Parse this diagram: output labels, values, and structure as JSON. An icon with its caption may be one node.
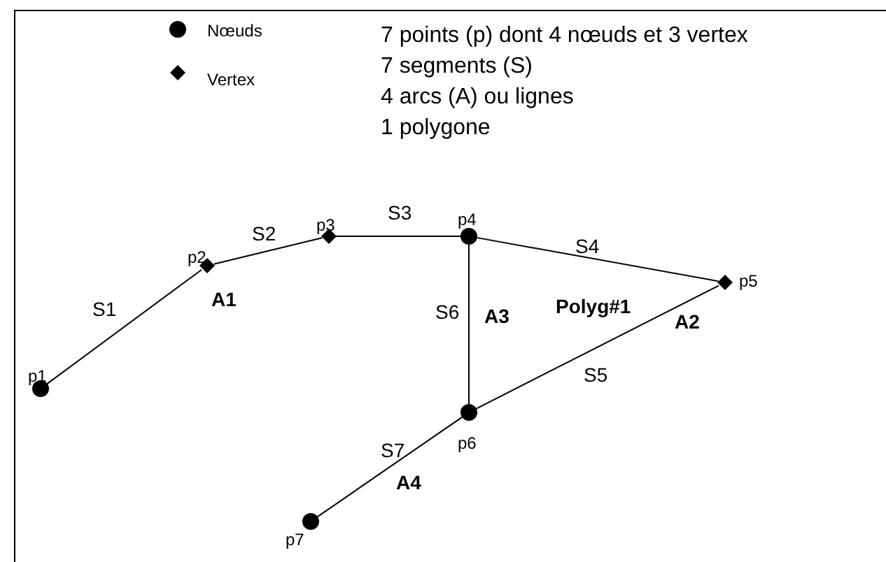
{
  "diagram": {
    "nodes": [
      {
        "text": [],
        "shape": "circle",
        "beside": [
          "p1"
        ]
      },
      {
        "text": [],
        "shape": "diamond",
        "beside": [
          "p2"
        ]
      },
      {
        "text": [],
        "shape": "diamond",
        "beside": [
          "p3"
        ]
      },
      {
        "text": [],
        "shape": "circle",
        "beside": [
          "p4"
        ]
      },
      {
        "text": [],
        "shape": "diamond",
        "beside": [
          "p5"
        ]
      },
      {
        "text": [],
        "shape": "circle",
        "beside": [
          "p6"
        ]
      },
      {
        "text": [],
        "shape": "circle",
        "beside": [
          "p7"
        ]
      }
    ],
    "edges": [
      {
        "from": 0,
        "to": 1,
        "arrow": "none",
        "label": "S1"
      },
      {
        "from": 1,
        "to": 2,
        "arrow": "none",
        "label": "S2"
      },
      {
        "from": 2,
        "to": 3,
        "arrow": "none",
        "label": "S3"
      },
      {
        "from": 3,
        "to": 4,
        "arrow": "none",
        "label": "S4"
      },
      {
        "from": 4,
        "to": 5,
        "arrow": "none",
        "label": "S5"
      },
      {
        "from": 3,
        "to": 5,
        "arrow": "none",
        "label": "S6"
      },
      {
        "from": 5,
        "to": 6,
        "arrow": "none",
        "label": "S7"
      }
    ],
    "labels": [
      "7 points (p) dont 4 nœuds et 3 vertex",
      "7 segments (S)",
      "4 arcs (A) ou lignes",
      "1 polygone",
      "A1",
      "Polyg#1",
      "A3",
      "A2",
      "A4"
    ],
    "legend": [
      {
        "text": "Nœuds"
      },
      {
        "text": "Vertex"
      }
    ]
  }
}
